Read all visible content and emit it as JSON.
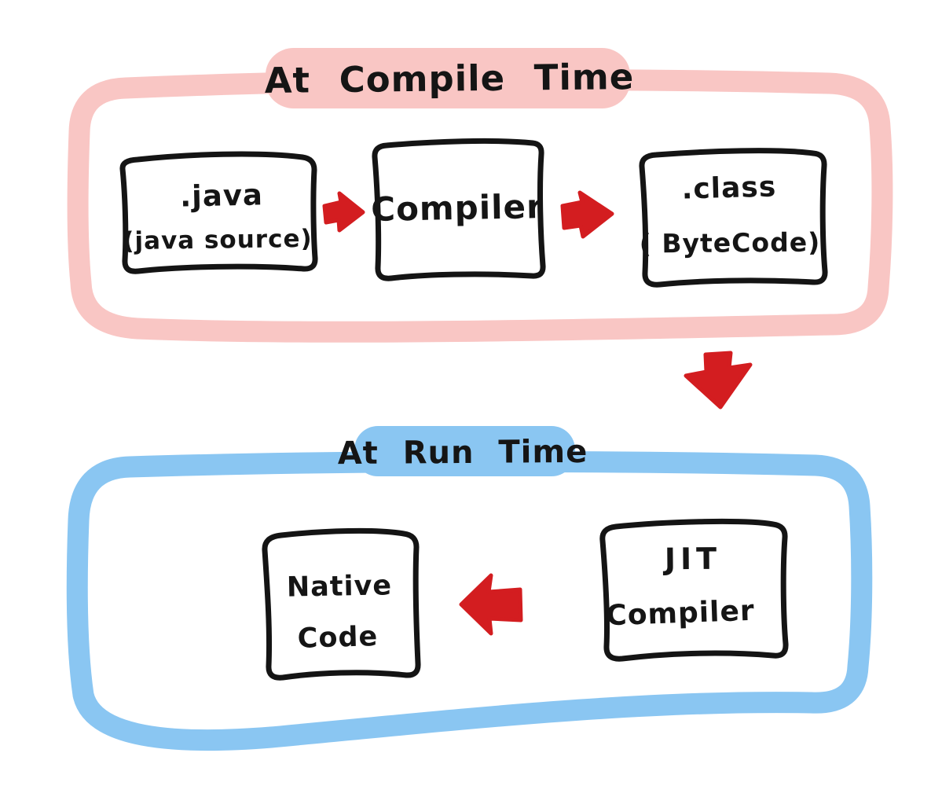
{
  "diagram": {
    "title": "Java compilation flow",
    "colors": {
      "compile_section_border": "#f9c6c4",
      "run_section_border": "#8ac6f2",
      "arrow_red": "#d31d20",
      "box_stroke": "#141414",
      "text": "#151515",
      "background": "#ffffff"
    },
    "sections": {
      "compile": {
        "title": "At Compile Time",
        "nodes": [
          {
            "id": "java-source",
            "line1": ".java",
            "line2": "(java source)"
          },
          {
            "id": "compiler",
            "line1": "Compiler",
            "line2": ""
          },
          {
            "id": "class-file",
            "line1": ".class",
            "line2": "( ByteCode)"
          }
        ]
      },
      "run": {
        "title": "At Run Time",
        "nodes": [
          {
            "id": "native-code",
            "line1": "Native",
            "line2": "Code"
          },
          {
            "id": "jit-compiler",
            "line1": "JIT",
            "line2": "Compiler"
          }
        ]
      }
    },
    "arrows": [
      {
        "name": "arrow-java-to-compiler",
        "direction": "right"
      },
      {
        "name": "arrow-compiler-to-class",
        "direction": "right"
      },
      {
        "name": "arrow-compile-to-runtime",
        "direction": "down"
      },
      {
        "name": "arrow-jit-to-native",
        "direction": "left"
      }
    ]
  }
}
